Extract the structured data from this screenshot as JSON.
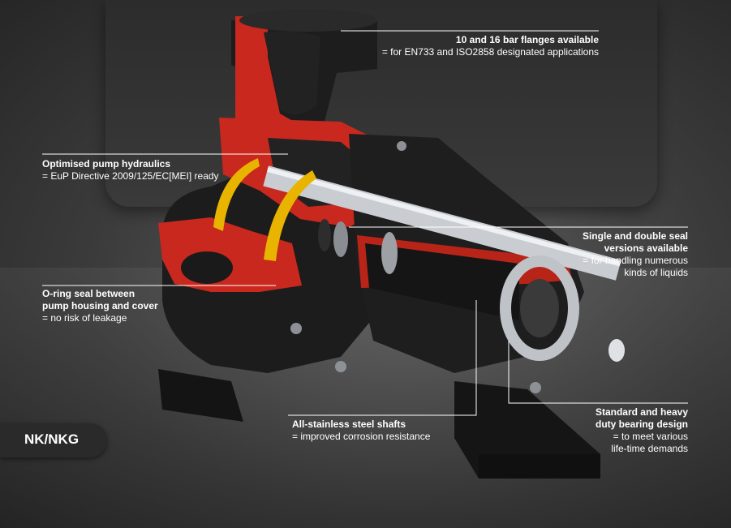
{
  "product_badge": "NK/NKG",
  "callouts": {
    "flanges": {
      "title": "10 and 16 bar flanges available",
      "text": "= for EN733 and ISO2858 designated applications"
    },
    "hydraulics": {
      "title": "Optimised pump hydraulics",
      "text": "= EuP Directive 2009/125/EC[MEI] ready"
    },
    "seal_versions": {
      "title_line1": "Single and double seal",
      "title_line2": "versions available",
      "text_line1": "= for handling numerous",
      "text_line2": "kinds of liquids"
    },
    "oring": {
      "title_line1": "O-ring seal between",
      "title_line2": "pump housing and cover",
      "text": "= no risk of leakage"
    },
    "shafts": {
      "title": "All-stainless steel shafts",
      "text": "= improved corrosion resistance"
    },
    "bearing": {
      "title_line1": "Standard and heavy",
      "title_line2": "duty bearing design",
      "text_line1": "= to meet various",
      "text_line2": "life-time demands"
    }
  },
  "colors": {
    "cutaway_red": "#c8281e",
    "impeller_yellow": "#e8b400",
    "body_black": "#1c1c1c",
    "steel": "#c9ccd1"
  }
}
